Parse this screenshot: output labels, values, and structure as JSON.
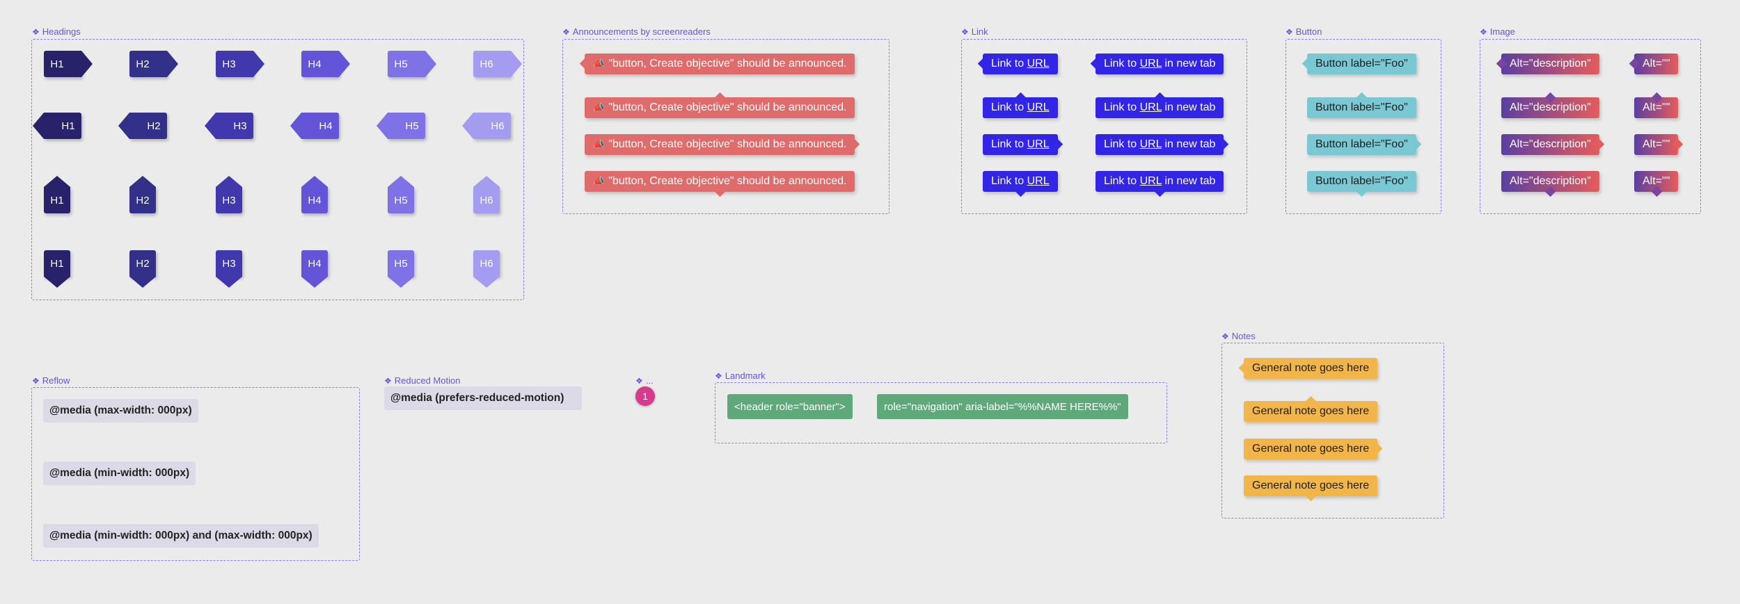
{
  "sections": {
    "headings": "Headings",
    "announcements": "Announcements by screenreaders",
    "link": "Link",
    "button": "Button",
    "image": "Image",
    "reflow": "Reflow",
    "reduced_motion": "Reduced Motion",
    "misc": "...",
    "landmark": "Landmark",
    "notes": "Notes"
  },
  "headings": [
    "H1",
    "H2",
    "H3",
    "H4",
    "H5",
    "H6"
  ],
  "heading_colors": [
    "#27226a",
    "#33308a",
    "#4238ae",
    "#6454d8",
    "#7f72e6",
    "#a49cf0"
  ],
  "announcement_text": "\"button, Create objective\" should be announced.",
  "announcement_icon": "megaphone-icon",
  "link": {
    "prefix": "Link to ",
    "url": "URL",
    "new_tab_suffix": " in new tab"
  },
  "button_label": "Button label=\"Foo\"",
  "image": {
    "alt_description": "Alt=\"description\"",
    "alt_empty": "Alt=\"\""
  },
  "reflow": [
    "@media (max-width: 000px)",
    "@media (min-width: 000px)",
    "@media (min-width: 000px) and (max-width: 000px)"
  ],
  "reduced_motion": "@media (prefers-reduced-motion)",
  "badge_count": "1",
  "landmarks": [
    "<header role=\"banner\">",
    "role=\"navigation\" aria-label=\"%%NAME HERE%%\""
  ],
  "note_text": "General note goes here",
  "colors": {
    "announce": "#e06b6b",
    "link": "#3325e6",
    "button": "#79c8d4",
    "note": "#f2b54a",
    "landmark": "#5fa87a",
    "badge": "#d63c8d",
    "section_border": "#8b7cf0"
  }
}
